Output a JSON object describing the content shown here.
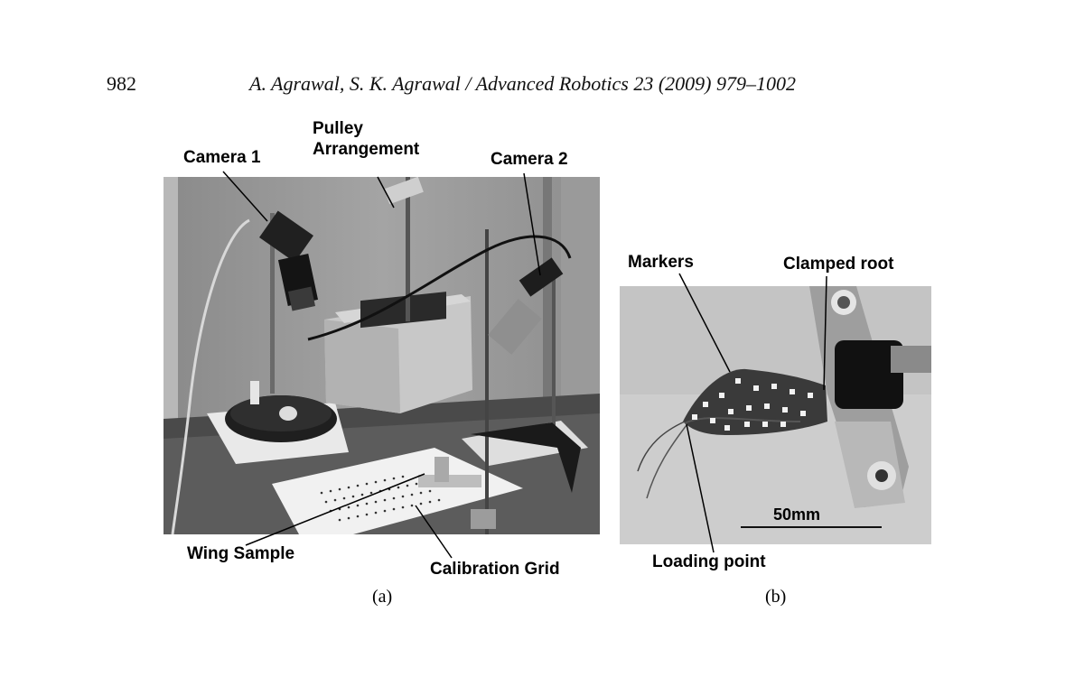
{
  "header": {
    "page_number": "982",
    "running_head": "A. Agrawal, S. K. Agrawal / Advanced Robotics 23 (2009) 979–1002"
  },
  "figure_a": {
    "labels": {
      "camera1": "Camera 1",
      "pulley_line1": "Pulley",
      "pulley_line2": "Arrangement",
      "camera2": "Camera 2",
      "wing_sample": "Wing Sample",
      "calibration_grid": "Calibration Grid"
    },
    "caption": "(a)"
  },
  "figure_b": {
    "labels": {
      "markers": "Markers",
      "clamped_root": "Clamped root",
      "scale_bar": "50mm",
      "loading_point": "Loading point"
    },
    "caption": "(b)"
  }
}
